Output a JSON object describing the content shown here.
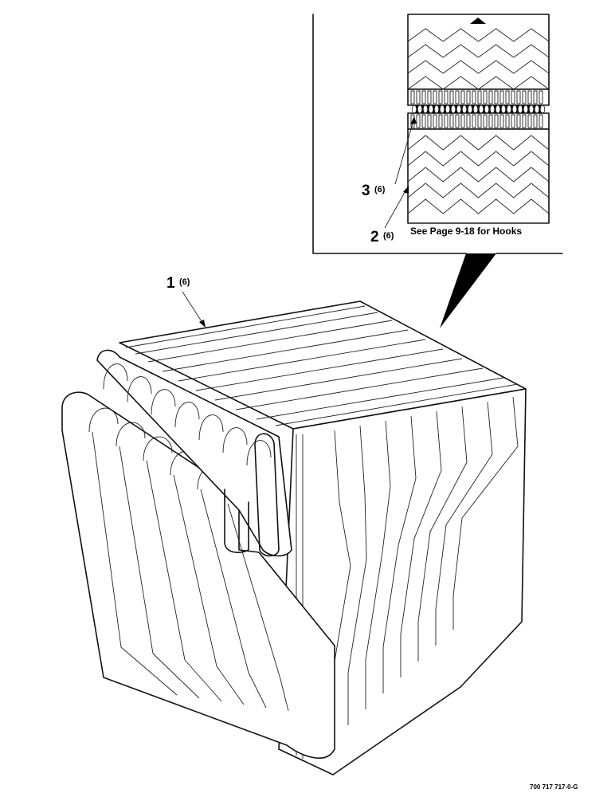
{
  "callouts": [
    {
      "number": "1",
      "quantity": "(6)"
    },
    {
      "number": "2",
      "quantity": "(6)"
    },
    {
      "number": "3",
      "quantity": "(6)"
    }
  ],
  "detail_note": "See Page 9-18 for Hooks",
  "figure_id": "700 717 717-0-G"
}
